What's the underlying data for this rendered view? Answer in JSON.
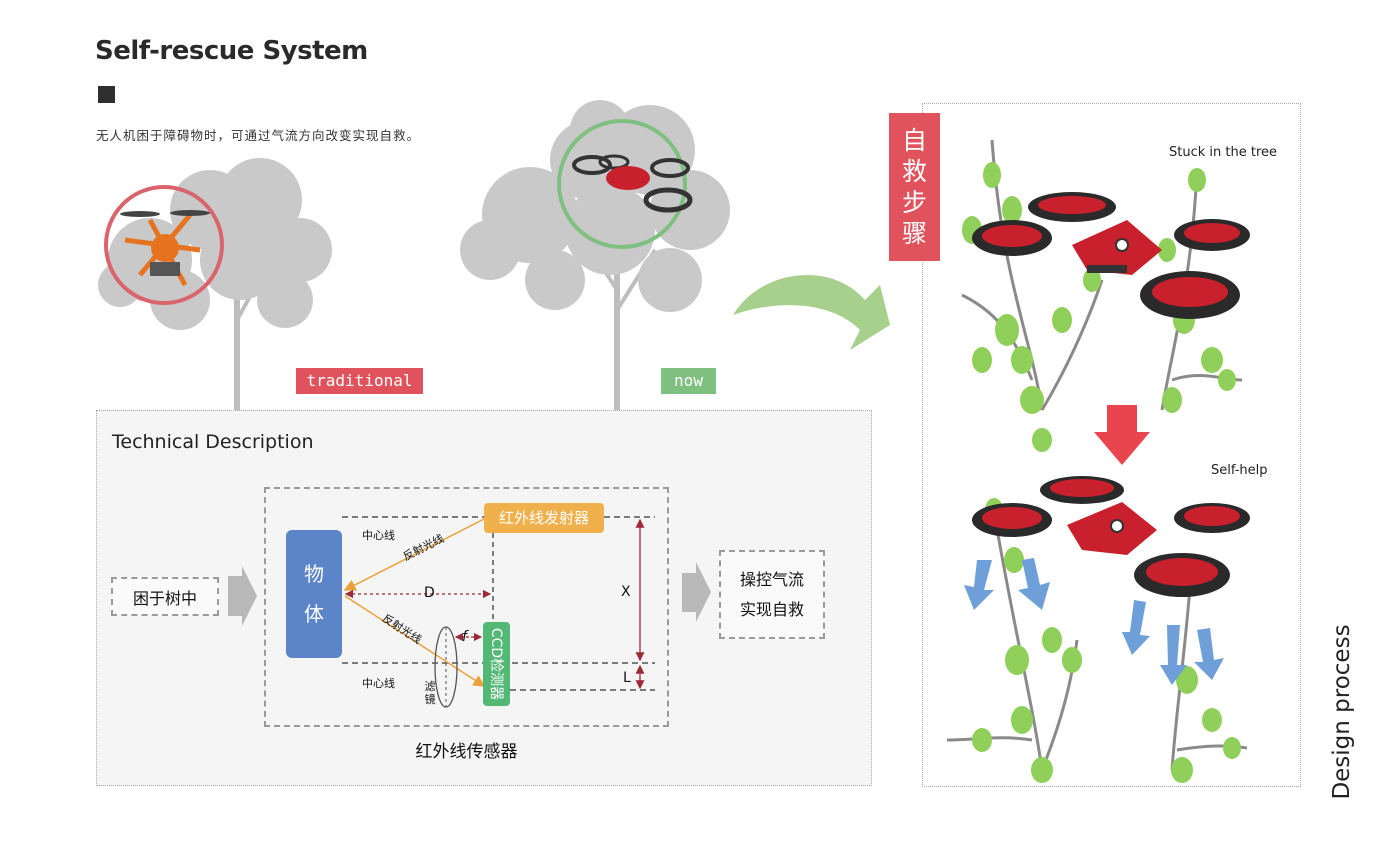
{
  "header": {
    "title": "Self-rescue System",
    "subtitle": "无人机困于障碍物时，可通过气流方向改变实现自救。"
  },
  "comparison": {
    "traditional_label": "traditional",
    "now_label": "now",
    "traditional_color": "#e1535c",
    "now_color": "#7fbf7f"
  },
  "technical": {
    "title": "Technical Description",
    "input_label": "困于树中",
    "output_label": "操控气流\n实现自救",
    "sensor_label": "红外线传感器",
    "object_label": "物\n体",
    "emitter_label": "红外线发射器",
    "ccd_label": "CCD检测器",
    "centerline_top": "中心线",
    "centerline_bottom": "中心线",
    "reflect_top": "反射光线",
    "reflect_bottom": "反射光线",
    "distance_label": "D",
    "focal_label": "f",
    "x_label": "X",
    "l_label": "L",
    "filter_label": "滤\n镜",
    "object_color": "#5b85c8",
    "emitter_color": "#f0b04c",
    "ccd_color": "#53b775"
  },
  "process": {
    "steps_label": "自\n救\n步\n骤",
    "stuck_label": "Stuck in the tree",
    "selfhelp_label": "Self-help",
    "vertical_label": "Design process",
    "arrow_color": "#e8454e",
    "drone_color": "#c8202c"
  }
}
